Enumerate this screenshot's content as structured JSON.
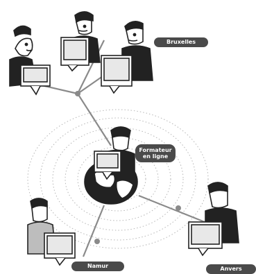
{
  "labels": {
    "bruxelles": "Bruxelles",
    "formateur_line1": "Formateur",
    "formateur_line2": "en ligne",
    "namur": "Namur",
    "anvers": "Anvers"
  },
  "colors": {
    "ink": "#222222",
    "network_line": "#8a8a8a",
    "label_bg": "#4a4a4a",
    "label_text": "#ffffff",
    "ripple": "#b5b5b5"
  },
  "icons": [
    "person-at-computer-icon",
    "globe-icon",
    "network-node-icon"
  ]
}
